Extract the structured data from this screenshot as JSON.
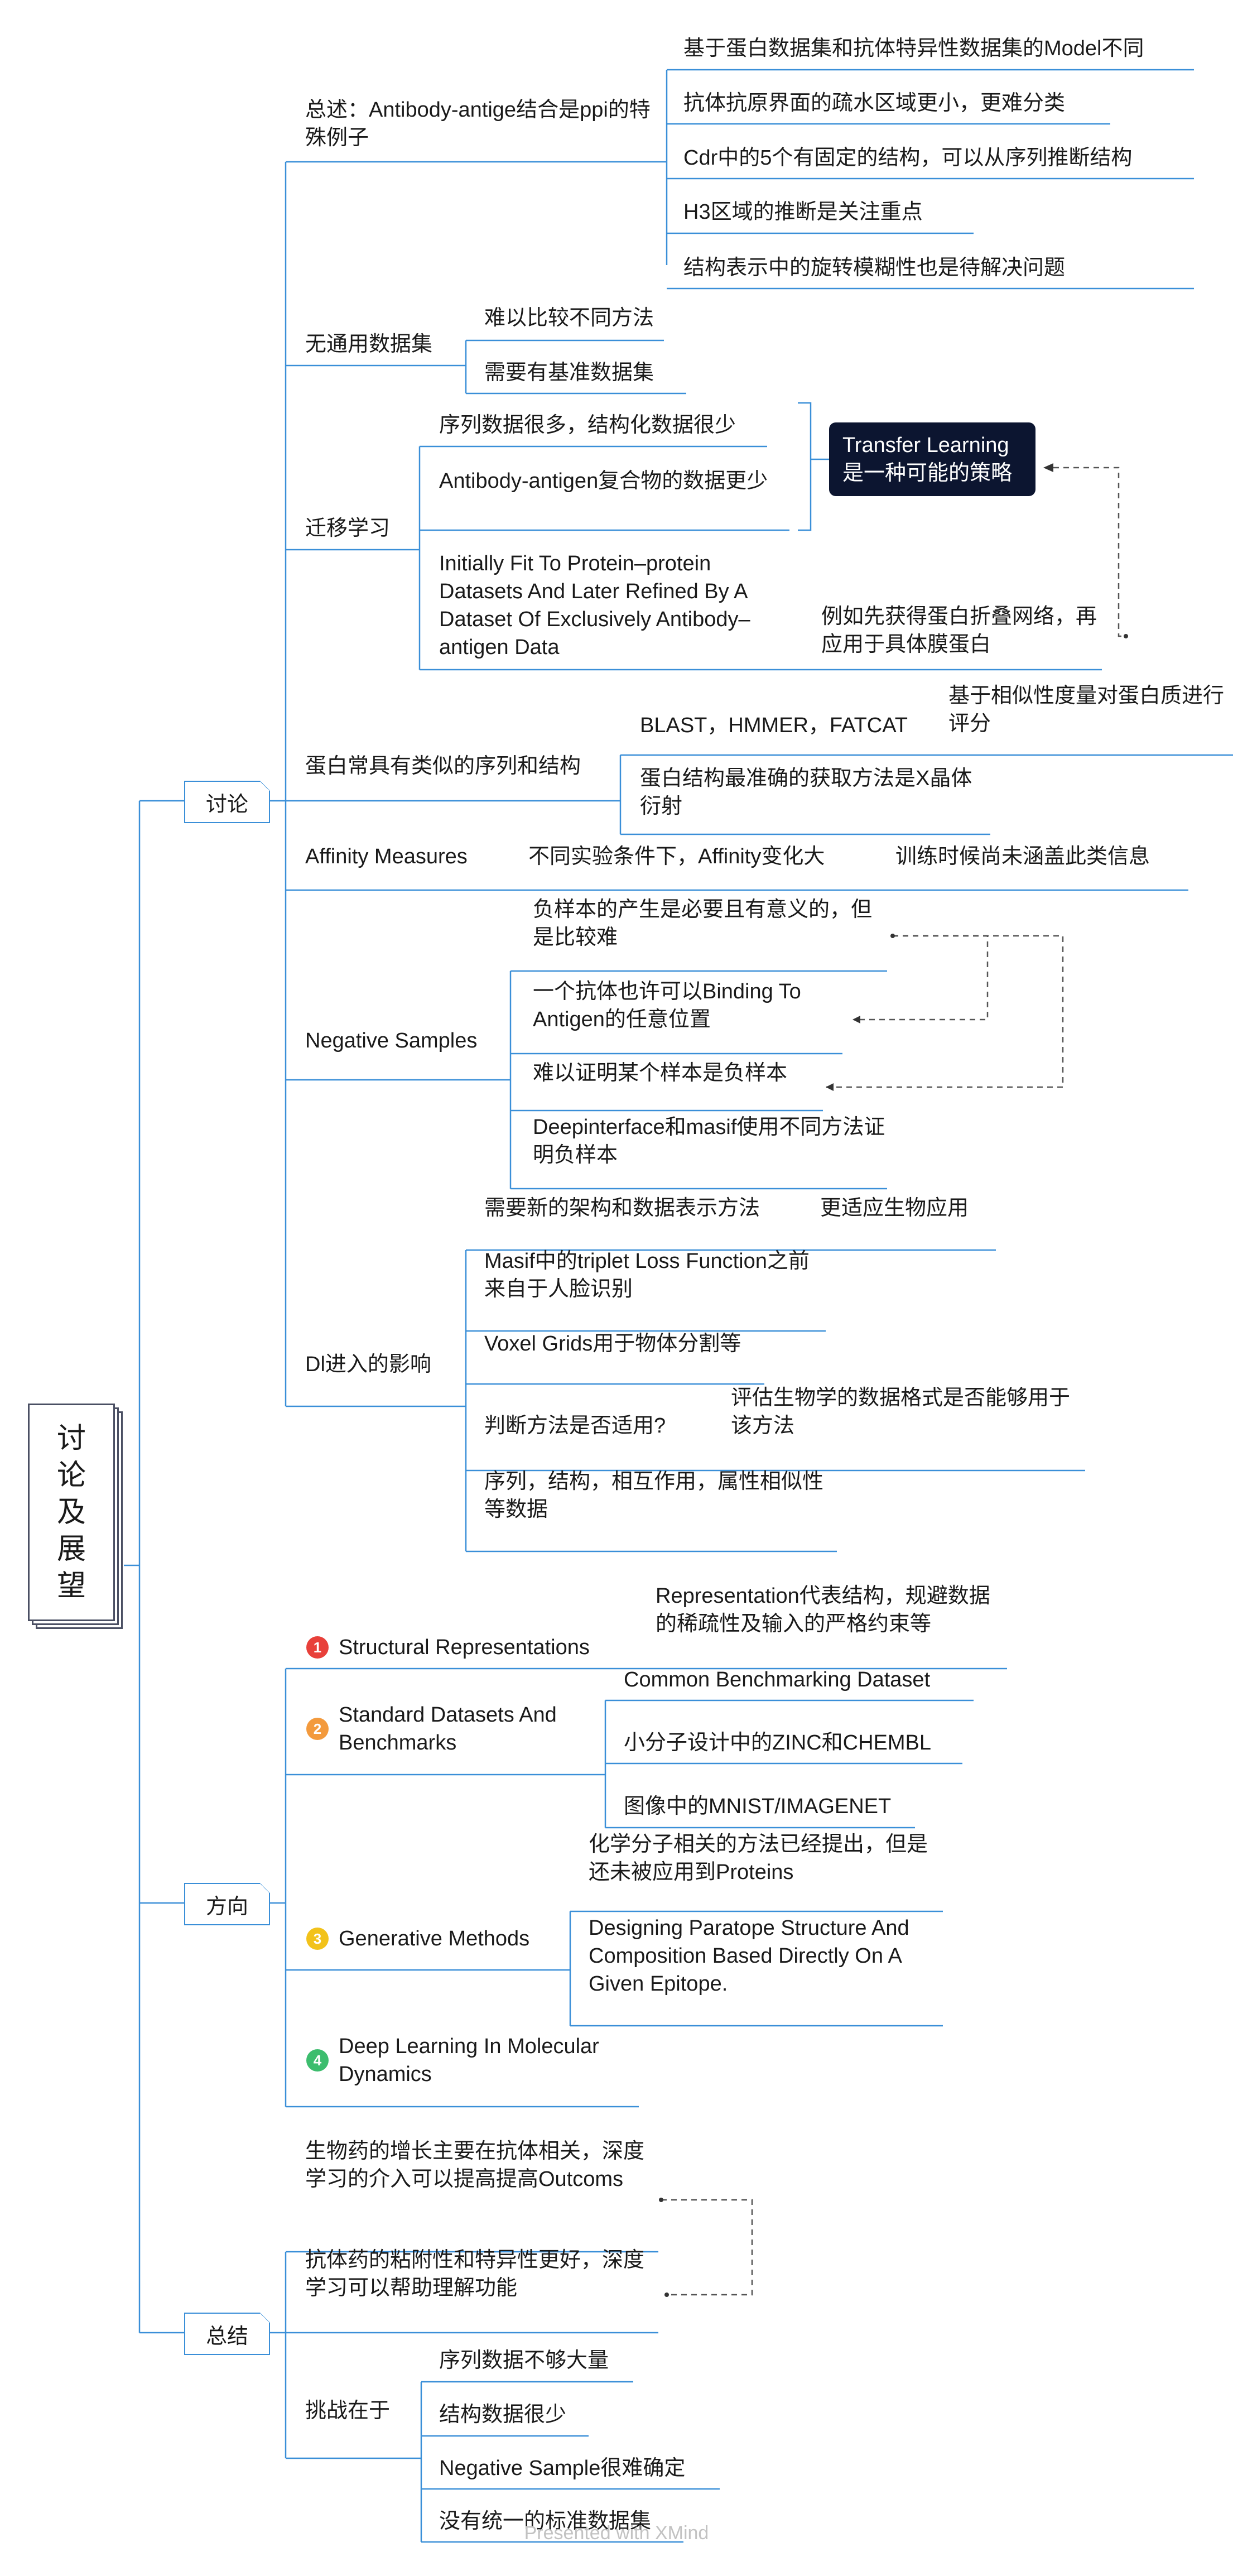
{
  "root": {
    "title": "讨论及展望"
  },
  "sections": {
    "discussion": {
      "label": "讨论",
      "overview": {
        "label": "总述：Antibody-antige结合是ppi的特殊例子",
        "items": [
          "基于蛋白数据集和抗体特异性数据集的Model不同",
          "抗体抗原界面的疏水区域更小，更难分类",
          "Cdr中的5个有固定的结构，可以从序列推断结构",
          "H3区域的推断是关注重点",
          "结构表示中的旋转模糊性也是待解决问题"
        ]
      },
      "no_dataset": {
        "label": "无通用数据集",
        "items": [
          "难以比较不同方法",
          "需要有基准数据集"
        ]
      },
      "transfer": {
        "label": "迁移学习",
        "items": [
          "序列数据很多，结构化数据很少",
          "Antibody-antigen复合物的数据更少",
          "Initially Fit To Protein–protein Datasets And Later Refined By A Dataset Of Exclusively Antibody–antigen Data"
        ],
        "summary": "Transfer Learning是一种可能的策略",
        "note": "例如先获得蛋白折叠网络，再应用于具体膜蛋白"
      },
      "similar": {
        "label": "蛋白常具有类似的序列和结构",
        "items": [
          "BLAST，HMMER，FATCAT",
          "蛋白结构最准确的获取方法是X晶体衍射"
        ],
        "sub": "基于相似性度量对蛋白质进行评分"
      },
      "affinity": {
        "label": "Affinity Measures",
        "item": "不同实验条件下，Affinity变化大",
        "sub": "训练时候尚未涵盖此类信息"
      },
      "negative": {
        "label": "Negative Samples",
        "items": [
          "负样本的产生是必要且有意义的，但是比较难",
          "一个抗体也许可以Binding To Antigen的任意位置",
          "难以证明某个样本是负样本",
          "Deepinterface和masif使用不同方法证明负样本"
        ]
      },
      "dl": {
        "label": "Dl进入的影响",
        "items": [
          "需要新的架构和数据表示方法",
          "Masif中的triplet Loss Function之前来自于人脸识别",
          "Voxel Grids用于物体分割等",
          "判断方法是否适用?",
          "序列，结构，相互作用，属性相似性等数据"
        ],
        "sub1": "更适应生物应用",
        "sub4": "评估生物学的数据格式是否能够用于该方法"
      }
    },
    "direction": {
      "label": "方向",
      "items": [
        {
          "num": "1",
          "label": "Structural Representations",
          "subs": [
            "Representation代表结构，规避数据的稀疏性及输入的严格约束等"
          ]
        },
        {
          "num": "2",
          "label": "Standard Datasets And Benchmarks",
          "subs": [
            "Common Benchmarking Dataset",
            "小分子设计中的ZINC和CHEMBL",
            "图像中的MNIST/IMAGENET"
          ]
        },
        {
          "num": "3",
          "label": "Generative Methods",
          "subs": [
            "化学分子相关的方法已经提出，但是还未被应用到Proteins",
            "Designing Paratope Structure And Composition Based Directly On A Given Epitope."
          ]
        },
        {
          "num": "4",
          "label": "Deep Learning In Molecular Dynamics",
          "subs": []
        }
      ],
      "colors": [
        "#e8403a",
        "#f39a3d",
        "#f2c21b",
        "#3dbd6e"
      ]
    },
    "summary": {
      "label": "总结",
      "points": [
        "生物药的增长主要在抗体相关，深度学习的介入可以提高提高Outcoms",
        "抗体药的粘附性和特异性更好，深度学习可以帮助理解功能"
      ],
      "challenge": {
        "label": "挑战在于",
        "items": [
          "序列数据不够大量",
          "结构数据很少",
          "Negative Sample很难确定",
          "没有统一的标准数据集"
        ]
      }
    }
  },
  "footer": "Presented with XMind",
  "colors": {
    "line": "#3a8fd8",
    "root_border": "#4a4f63",
    "highlight_bg": "#0c1530",
    "dashed": "#555555"
  }
}
